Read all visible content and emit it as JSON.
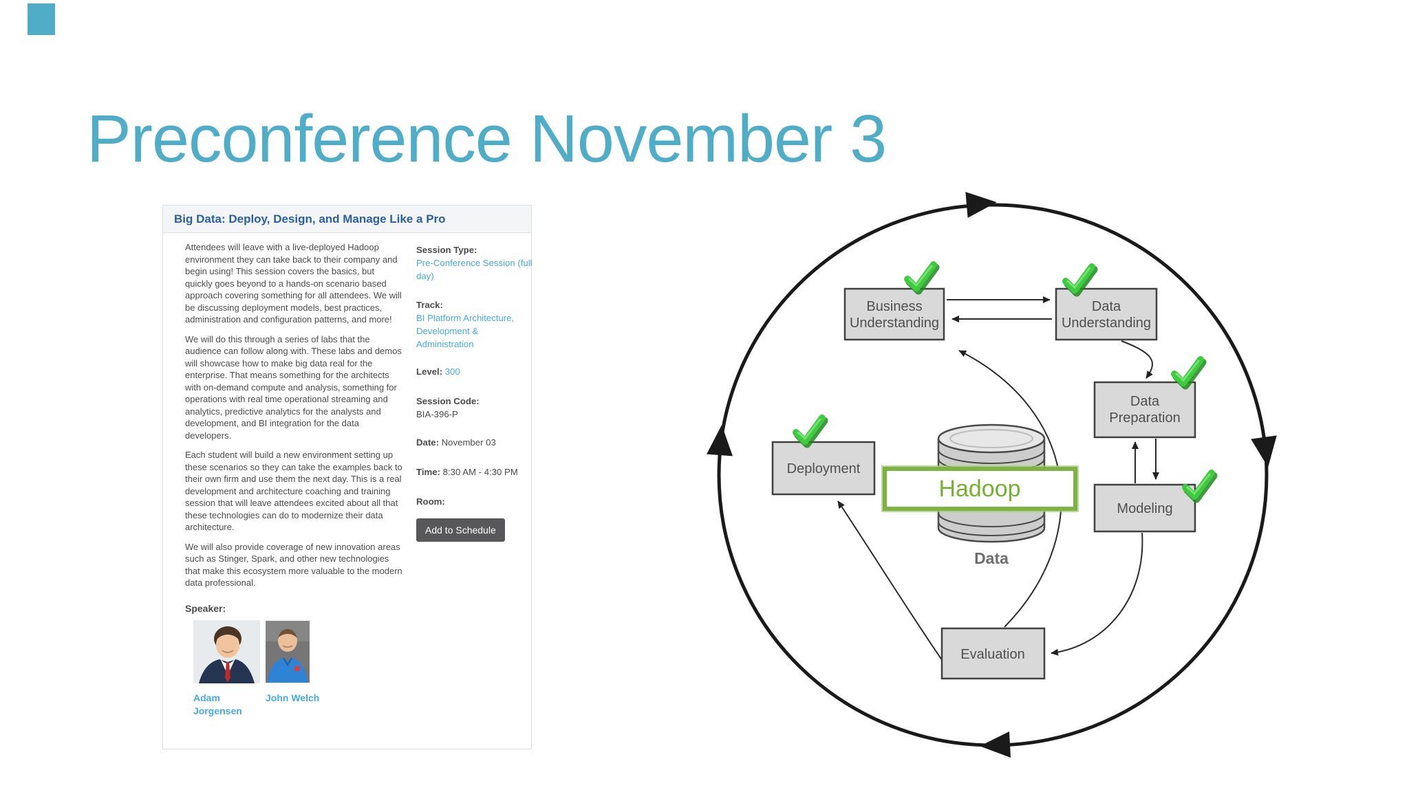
{
  "slide": {
    "title": "Preconference November 3",
    "accent_color": "#4fadc8"
  },
  "session_card": {
    "header": "Big Data: Deploy, Design, and Manage Like a Pro",
    "description_paragraphs": [
      "Attendees will leave with a live-deployed Hadoop environment they can take back to their company and begin using! This session covers the basics, but quickly goes beyond to a hands-on scenario based approach covering something for all attendees. We will be discussing deployment models, best practices, administration and configuration patterns, and more!",
      "We will do this through a series of labs that the audience can follow along with. These labs and demos will showcase how to make big data real for the enterprise. That means something for the architects with on-demand compute and analysis, something for operations with real time operational streaming and analytics, predictive analytics for the analysts and development, and BI integration for the data developers.",
      "Each student will build a new environment setting up these scenarios so they can take the examples back to their own firm and use them the next day. This is a real development and architecture coaching and training session that will leave attendees excited about all that these technologies can do to modernize their data architecture.",
      "We will also provide coverage of new innovation areas such as Stinger, Spark, and other new technologies that make this ecosystem more valuable to the modern data professional."
    ],
    "speaker_label": "Speaker:",
    "speakers": [
      {
        "name": "Adam Jorgensen"
      },
      {
        "name": "John Welch"
      }
    ],
    "fields": {
      "session_type_label": "Session Type:",
      "session_type_value": "Pre-Conference Session (full day)",
      "track_label": "Track:",
      "track_value": "BI Platform Architecture, Development & Administration",
      "level_label": "Level:",
      "level_value": "300",
      "session_code_label": "Session Code:",
      "session_code_value": "BIA-396-P",
      "date_label": "Date:",
      "date_value": "November 03",
      "time_label": "Time:",
      "time_value": "8:30 AM - 4:30 PM",
      "room_label": "Room:"
    },
    "add_to_schedule_label": "Add to Schedule"
  },
  "diagram": {
    "nodes": {
      "business_understanding": {
        "line1": "Business",
        "line2": "Understanding"
      },
      "data_understanding": {
        "line1": "Data",
        "line2": "Understanding"
      },
      "data_preparation": {
        "line1": "Data",
        "line2": "Preparation"
      },
      "modeling": {
        "label": "Modeling"
      },
      "evaluation": {
        "label": "Evaluation"
      },
      "deployment": {
        "label": "Deployment"
      }
    },
    "center": {
      "hadoop_label": "Hadoop",
      "data_label": "Data"
    },
    "checks_on": [
      "Business Understanding",
      "Data Understanding",
      "Data Preparation",
      "Modeling",
      "Deployment"
    ],
    "colors": {
      "check_green": "#3ecb3e",
      "hadoop_green": "#76b033",
      "hadoop_border": "#7db343",
      "box_fill": "#d9d9d9",
      "cycle_black": "#1a1a1a"
    }
  }
}
